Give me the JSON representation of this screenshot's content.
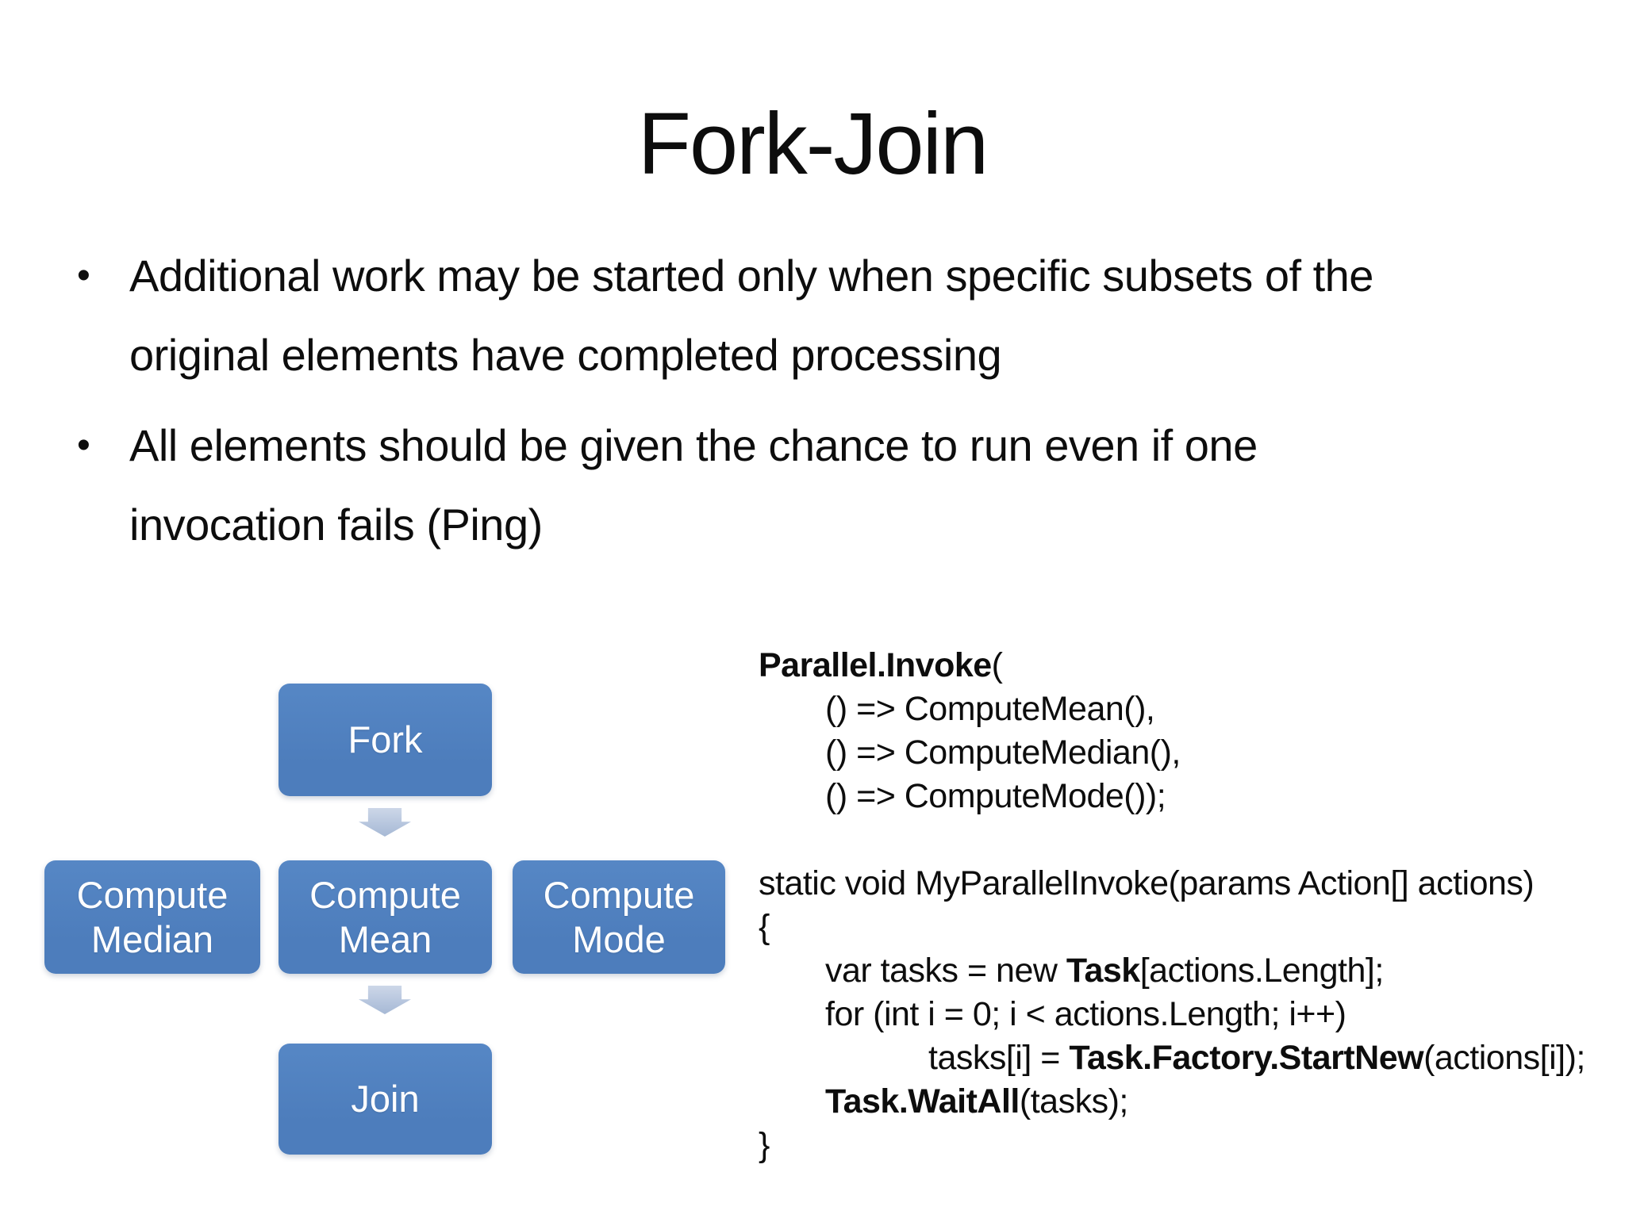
{
  "slide": {
    "title": "Fork-Join",
    "bullets": [
      "Additional work may be started only when specific subsets of the original elements have completed processing",
      "All elements should be given the chance to run even if one invocation fails (Ping)"
    ],
    "diagram": {
      "fork_label": "Fork",
      "middle_boxes": [
        "Compute Median",
        "Compute Mean",
        "Compute Mode"
      ],
      "join_label": "Join",
      "box_color": "#4d7dbc",
      "box_color_light": "#5687c5",
      "arrow_color": "#b7c6de",
      "arrow_color_light": "#cdd7e8",
      "box_text_color": "#ffffff"
    },
    "code": {
      "lines": [
        {
          "indent": 0,
          "segments": [
            {
              "t": "Parallel.Invoke",
              "b": true
            },
            {
              "t": "(",
              "b": false
            }
          ]
        },
        {
          "indent": 1,
          "segments": [
            {
              "t": "() => ComputeMean(),",
              "b": false
            }
          ]
        },
        {
          "indent": 1,
          "segments": [
            {
              "t": "() => ComputeMedian(),",
              "b": false
            }
          ]
        },
        {
          "indent": 1,
          "segments": [
            {
              "t": "() => ComputeMode());",
              "b": false
            }
          ]
        },
        {
          "indent": 0,
          "segments": []
        },
        {
          "indent": 0,
          "segments": [
            {
              "t": "static void MyParallelInvoke(params Action[] actions)",
              "b": false
            }
          ]
        },
        {
          "indent": 0,
          "segments": [
            {
              "t": "{",
              "b": false
            }
          ]
        },
        {
          "indent": 1,
          "segments": [
            {
              "t": "var tasks = new ",
              "b": false
            },
            {
              "t": "Task",
              "b": true
            },
            {
              "t": "[actions.Length];",
              "b": false
            }
          ]
        },
        {
          "indent": 1,
          "segments": [
            {
              "t": "for (int i = 0; i < actions.Length; i++)",
              "b": false
            }
          ]
        },
        {
          "indent": 2,
          "segments": [
            {
              "t": "tasks[i] = ",
              "b": false
            },
            {
              "t": "Task.Factory.StartNew",
              "b": true
            },
            {
              "t": "(actions[i]);",
              "b": false
            }
          ]
        },
        {
          "indent": 1,
          "segments": [
            {
              "t": "Task.WaitAll",
              "b": true
            },
            {
              "t": "(tasks);",
              "b": false
            }
          ]
        },
        {
          "indent": 0,
          "segments": [
            {
              "t": "}",
              "b": false
            }
          ]
        }
      ]
    }
  }
}
